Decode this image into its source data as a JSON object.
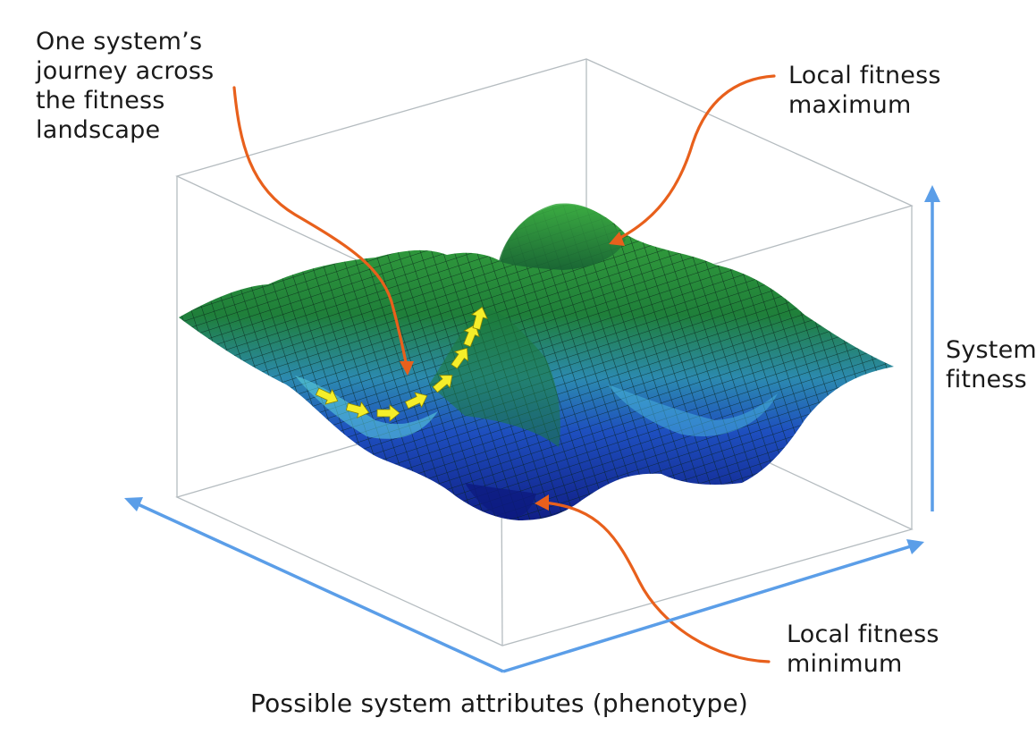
{
  "labels": {
    "journey": "One system’s\njourney across\nthe fitness\nlandscape",
    "local_maximum": "Local fitness\nmaximum",
    "local_minimum": "Local fitness\nminimum",
    "y_axis": "System\nfitness",
    "x_axis": "Possible system attributes (phenotype)"
  },
  "colors": {
    "axis_arrow": "#5b9ee8",
    "callout": "#e8601c",
    "path_arrows": "#f5ee2a",
    "surface_high": "#2f9a3a",
    "surface_mid": "#3fb8c8",
    "surface_low": "#1a2fa8",
    "box_edges": "#b5bcc0"
  },
  "icons": {
    "path_marker": "yellow-arrow-icon",
    "axis_marker": "blue-arrow-icon"
  }
}
